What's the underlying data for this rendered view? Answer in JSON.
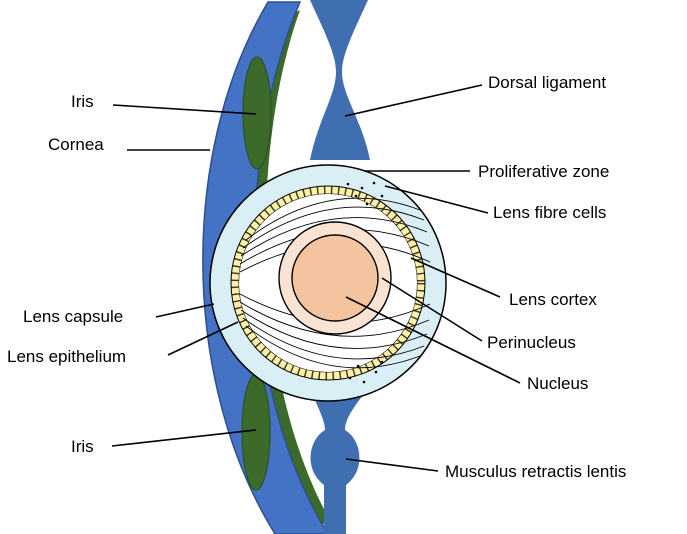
{
  "labels": {
    "iris_top": "Iris",
    "cornea": "Cornea",
    "lens_capsule": "Lens capsule",
    "lens_epithelium": "Lens epithelium",
    "iris_bottom": "Iris",
    "dorsal_ligament": "Dorsal ligament",
    "proliferative_zone": "Proliferative zone",
    "lens_fibre_cells": "Lens fibre cells",
    "lens_cortex": "Lens cortex",
    "perinucleus": "Perinucleus",
    "nucleus": "Nucleus",
    "musculus_retractis_lentis": "Musculus retractis lentis"
  },
  "colors": {
    "cornea": "#4472C4",
    "ligament": "#3F6FB0",
    "iris": "#3B6A2A",
    "capsule": "#D9EEF5",
    "epithelium": "#FFF2A8",
    "perinucleus": "#FBE3D4",
    "nucleus": "#F4C3A0"
  }
}
